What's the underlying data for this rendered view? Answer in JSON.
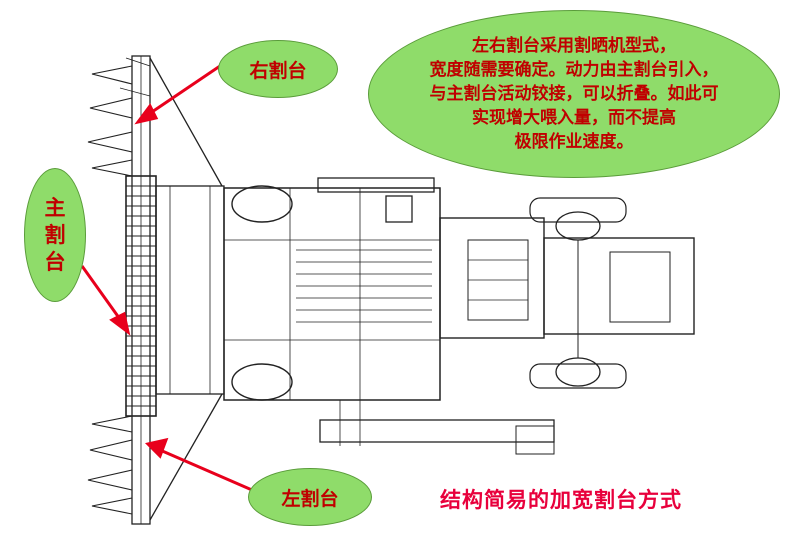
{
  "labels": {
    "right_header": "右割台",
    "left_header": "左割台",
    "main_header": [
      "主",
      "割",
      "台"
    ],
    "note": "左右割台采用割晒机型式，\n宽度随需要确定。动力由主割台引入，\n与主割台活动铰接，可以折叠。如此可\n实现增大喂入量，而不提高\n极限作业速度。",
    "caption": "结构简易的加宽割台方式"
  },
  "colors": {
    "bubble_fill": "#8fdc6a",
    "bubble_text": "#c00000",
    "arrow": "#e8001c",
    "caption": "#e8003c",
    "drawing_line": "#222222"
  }
}
